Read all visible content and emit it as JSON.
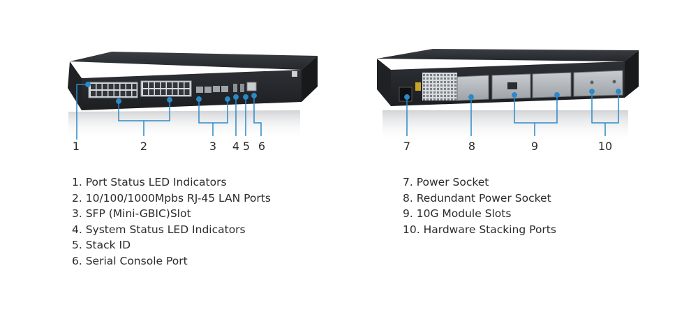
{
  "front": {
    "numbers": [
      "1",
      "2",
      "3",
      "4",
      "5",
      "6"
    ],
    "legend": [
      "1. Port Status LED Indicators",
      "2. 10/100/1000Mpbs RJ-45 LAN Ports",
      "3. SFP (Mini-GBIC)Slot",
      "4. System Status LED Indicators",
      "5. Stack ID",
      "6. Serial Console Port"
    ]
  },
  "rear": {
    "numbers": [
      "7",
      "8",
      "9",
      "10"
    ],
    "legend": [
      "7. Power Socket",
      "8. Redundant Power Socket",
      "9. 10G Module Slots",
      "10. Hardware Stacking Ports"
    ]
  },
  "colors": {
    "callout": "#2a8ac9",
    "chassis": "#2c2f33",
    "text": "#2b2b2b"
  }
}
